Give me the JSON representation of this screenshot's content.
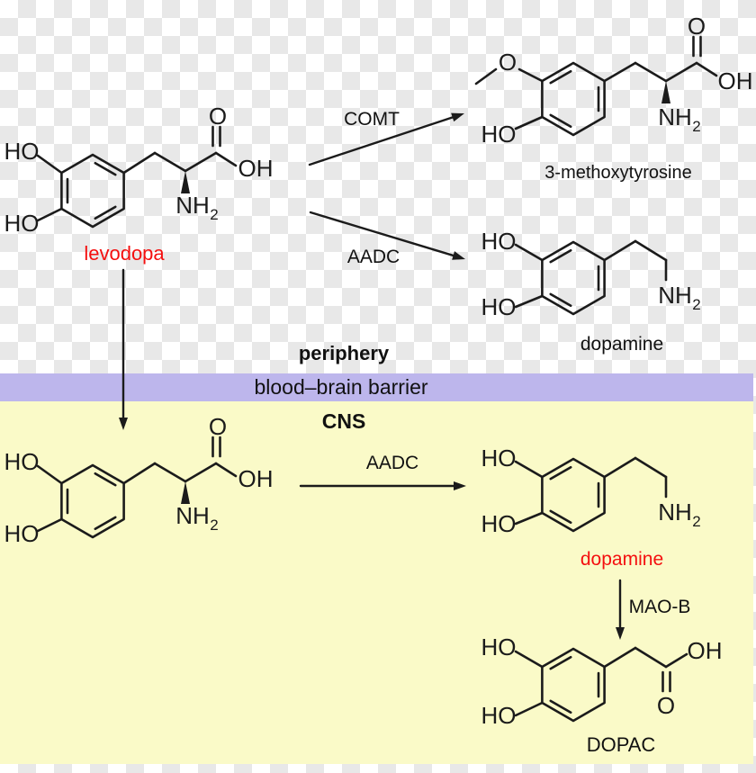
{
  "colors": {
    "line": "#1b1b1b",
    "red_label": "#f40f0f",
    "barrier_band": "#bdb6ec",
    "cns_background": "#fafac8",
    "checker_gray": "#e8e8e8"
  },
  "regions": {
    "periphery": "periphery",
    "barrier": "blood–brain barrier",
    "cns": "CNS"
  },
  "enzymes": {
    "comt": "COMT",
    "aadc_periphery": "AADC",
    "aadc_cns": "AADC",
    "mao_b": "MAO-B"
  },
  "molecule_labels": {
    "levodopa_periphery": "levodopa",
    "methoxytyrosine": "3-methoxytyrosine",
    "dopamine_periphery": "dopamine",
    "dopamine_cns": "dopamine",
    "dopac": "DOPAC"
  },
  "atoms": {
    "HO": "HO",
    "O": "O",
    "OH": "OH",
    "NH": "NH",
    "sub2": "2"
  }
}
